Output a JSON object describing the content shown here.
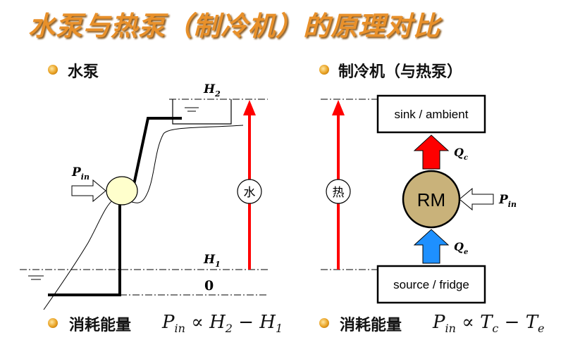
{
  "title": "水泵与热泵（制冷机）的原理对比",
  "left": {
    "heading": "水泵",
    "pin_main": "P",
    "pin_sub": "in",
    "h2_main": "H",
    "h2_sub": "2",
    "h1_main": "H",
    "h1_sub": "1",
    "zero": "0",
    "water_circle": "水",
    "footer_label": "消耗能量",
    "formula": {
      "p": "P",
      "p_sub": "in",
      "prop": "∝",
      "a": "H",
      "a_sub": "2",
      "minus": "−",
      "b": "H",
      "b_sub": "1"
    }
  },
  "right": {
    "heading": "制冷机（与热泵）",
    "heat_circle": "热",
    "sink_label": "sink / ambient",
    "source_label": "source / fridge",
    "rm_label": "RM",
    "qc_main": "Q",
    "qc_sub": "c",
    "qe_main": "Q",
    "qe_sub": "e",
    "pin_main": "P",
    "pin_sub": "in",
    "footer_label": "消耗能量",
    "formula": {
      "p": "P",
      "p_sub": "in",
      "prop": "∝",
      "a": "T",
      "a_sub": "c",
      "minus": "−",
      "b": "T",
      "b_sub": "e"
    }
  },
  "colors": {
    "title": "#e8902a",
    "red_arrow": "#ff0000",
    "blue_arrow": "#1e90ff",
    "rm_fill": "#c9b27a",
    "pump_fill": "#ffffcc"
  }
}
